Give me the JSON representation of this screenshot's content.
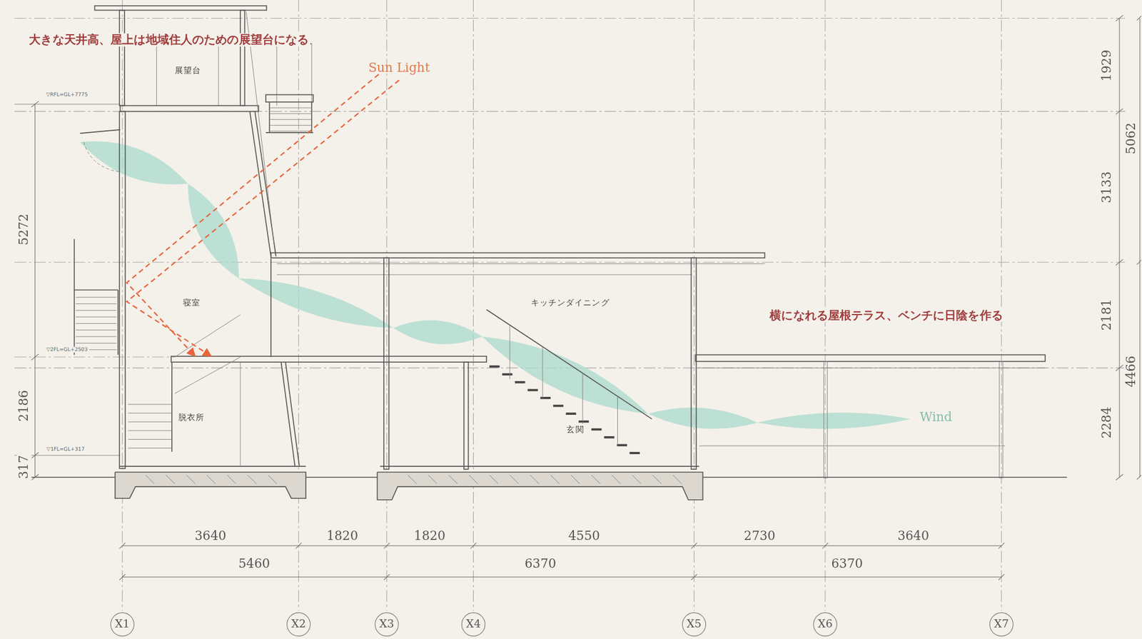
{
  "diagram": {
    "labels": [
      "大きな天井高、屋上は地域住人のための展望台になる",
      "Sun Light",
      "展望台",
      "▽RFL=GL+7775",
      "5272",
      "寝室",
      "キッチンダイニング",
      "横になれる屋根テラス、ベンチに日陰を作る",
      "▽2FL=GL+2503",
      "2186",
      "脱衣所",
      "玄関",
      "Wind",
      "▽1FL=GL+317",
      "317",
      "1929",
      "3133",
      "2181",
      "2284",
      "5062",
      "4466",
      "3640",
      "1820",
      "1820",
      "4550",
      "2730",
      "3640",
      "5460",
      "6370",
      "6370",
      "X1",
      "X2",
      "X3",
      "X4",
      "X5",
      "X6",
      "X7"
    ]
  }
}
